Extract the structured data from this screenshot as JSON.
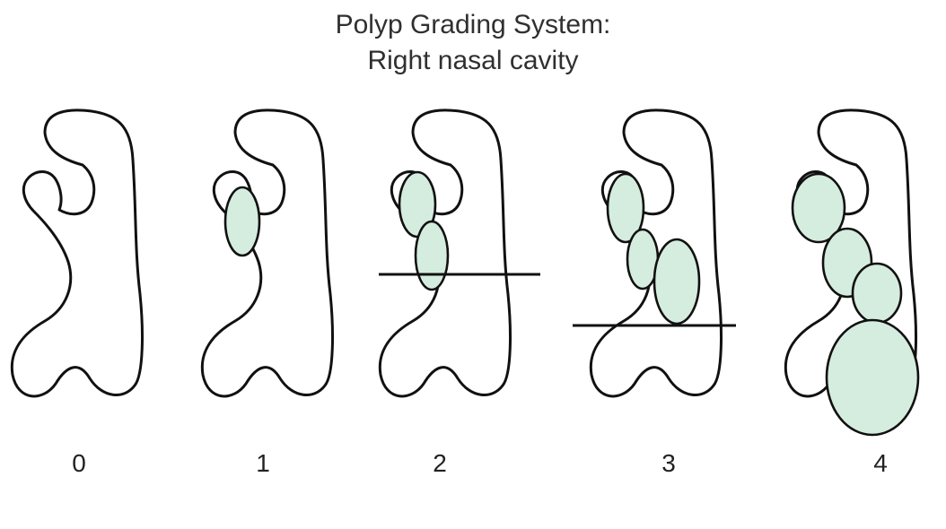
{
  "title": {
    "line1": "Polyp Grading System:",
    "line2": "Right nasal cavity"
  },
  "colors": {
    "polyp_fill": "#d5eddf",
    "outline": "#111111",
    "background": "#ffffff"
  },
  "grades": [
    {
      "label": "0",
      "polyps": 0,
      "reference_line": false
    },
    {
      "label": "1",
      "polyps": 1,
      "reference_line": false
    },
    {
      "label": "2",
      "polyps": 2,
      "reference_line": true
    },
    {
      "label": "3",
      "polyps": 3,
      "reference_line": true
    },
    {
      "label": "4",
      "polyps": 4,
      "reference_line": false
    }
  ]
}
